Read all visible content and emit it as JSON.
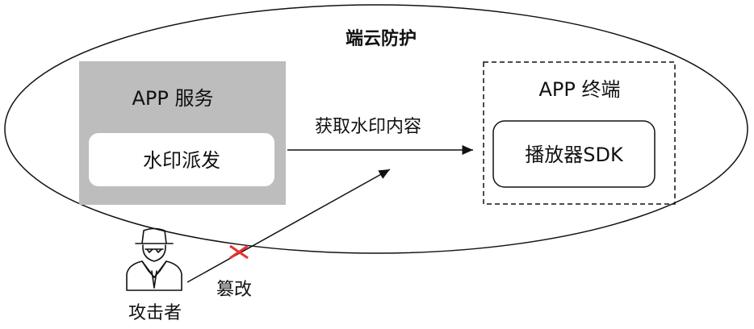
{
  "diagram": {
    "title": "端云防护",
    "app_service": {
      "title": "APP 服务",
      "inner": "水印派发"
    },
    "app_terminal": {
      "title": "APP 终端",
      "inner": "播放器SDK"
    },
    "flow_label": "获取水印内容",
    "tamper_label": "篡改",
    "attacker_label": "攻击者"
  },
  "colors": {
    "service_box": "#bdbdbd",
    "tamper_cross": "#e8332f",
    "stroke": "#111111"
  }
}
